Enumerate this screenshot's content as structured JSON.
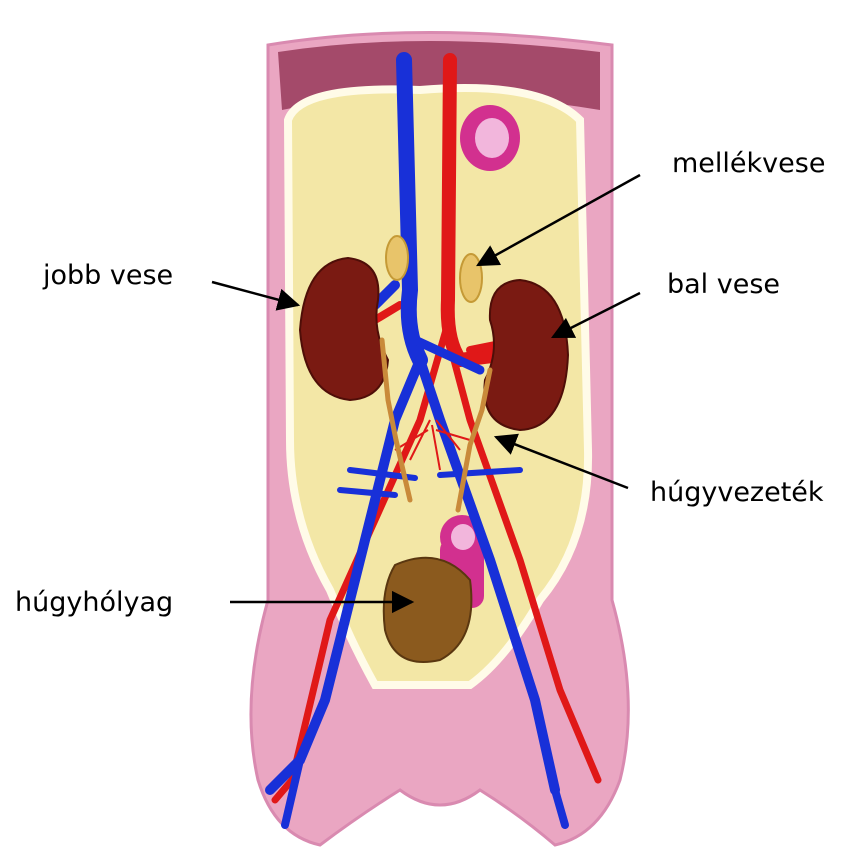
{
  "labels": {
    "adrenal": "mellékvese",
    "right_kidney": "jobb vese",
    "left_kidney": "bal vese",
    "ureter": "húgyvezeték",
    "bladder": "húgyhólyag"
  },
  "colors": {
    "skin": "#EAA6C2",
    "cavity": "#F3E7A6",
    "kidney": "#7A1A12",
    "vein": "#1830D8",
    "artery": "#E01818",
    "adrenal": "#E8C46A",
    "bladder": "#8B5A1E",
    "rectum": "#D2308F"
  }
}
